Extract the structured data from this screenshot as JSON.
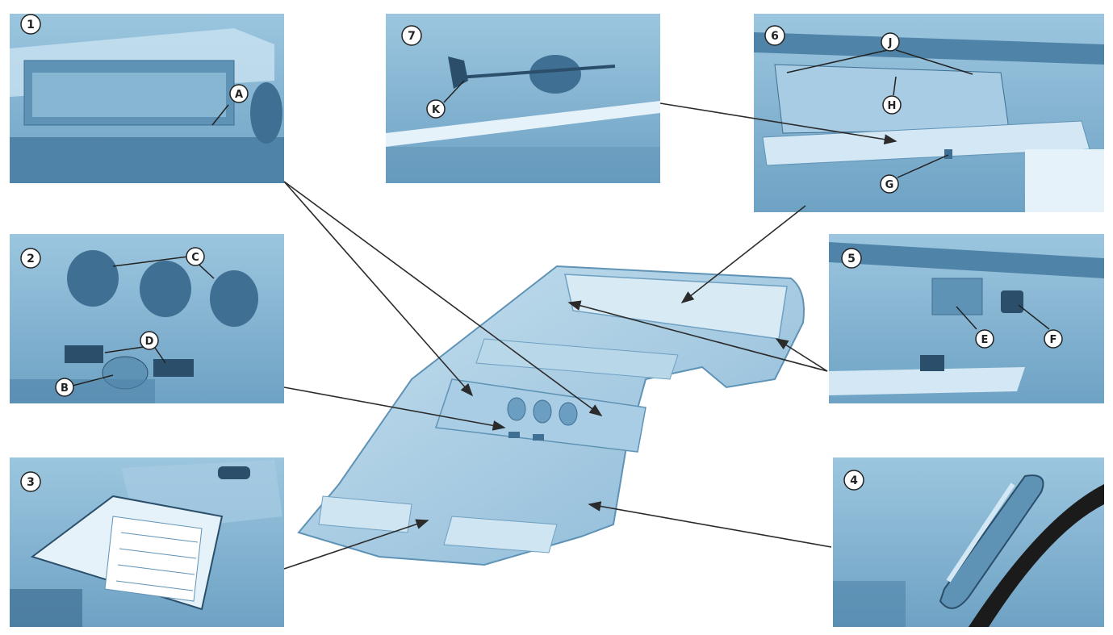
{
  "colors": {
    "panel_light": "#b4d4e8",
    "panel_mid": "#8fbcd8",
    "panel_dark": "#5f93b6",
    "panel_deep": "#3f6f93",
    "arrow": "#2b2b2b",
    "marker_fill": "#ffffff"
  },
  "panels": [
    {
      "id": "p1",
      "number": "1",
      "letters": [
        "A"
      ]
    },
    {
      "id": "p2",
      "number": "2",
      "letters": [
        "B",
        "C",
        "D"
      ]
    },
    {
      "id": "p3",
      "number": "3",
      "letters": []
    },
    {
      "id": "p4",
      "number": "4",
      "letters": []
    },
    {
      "id": "p5",
      "number": "5",
      "letters": [
        "E",
        "F"
      ]
    },
    {
      "id": "p6",
      "number": "6",
      "letters": [
        "G",
        "H",
        "J"
      ]
    },
    {
      "id": "p7",
      "number": "7",
      "letters": [
        "K"
      ]
    }
  ],
  "labels": {
    "A": "A",
    "B": "B",
    "C": "C",
    "D": "D",
    "E": "E",
    "F": "F",
    "G": "G",
    "H": "H",
    "J": "J",
    "K": "K"
  }
}
